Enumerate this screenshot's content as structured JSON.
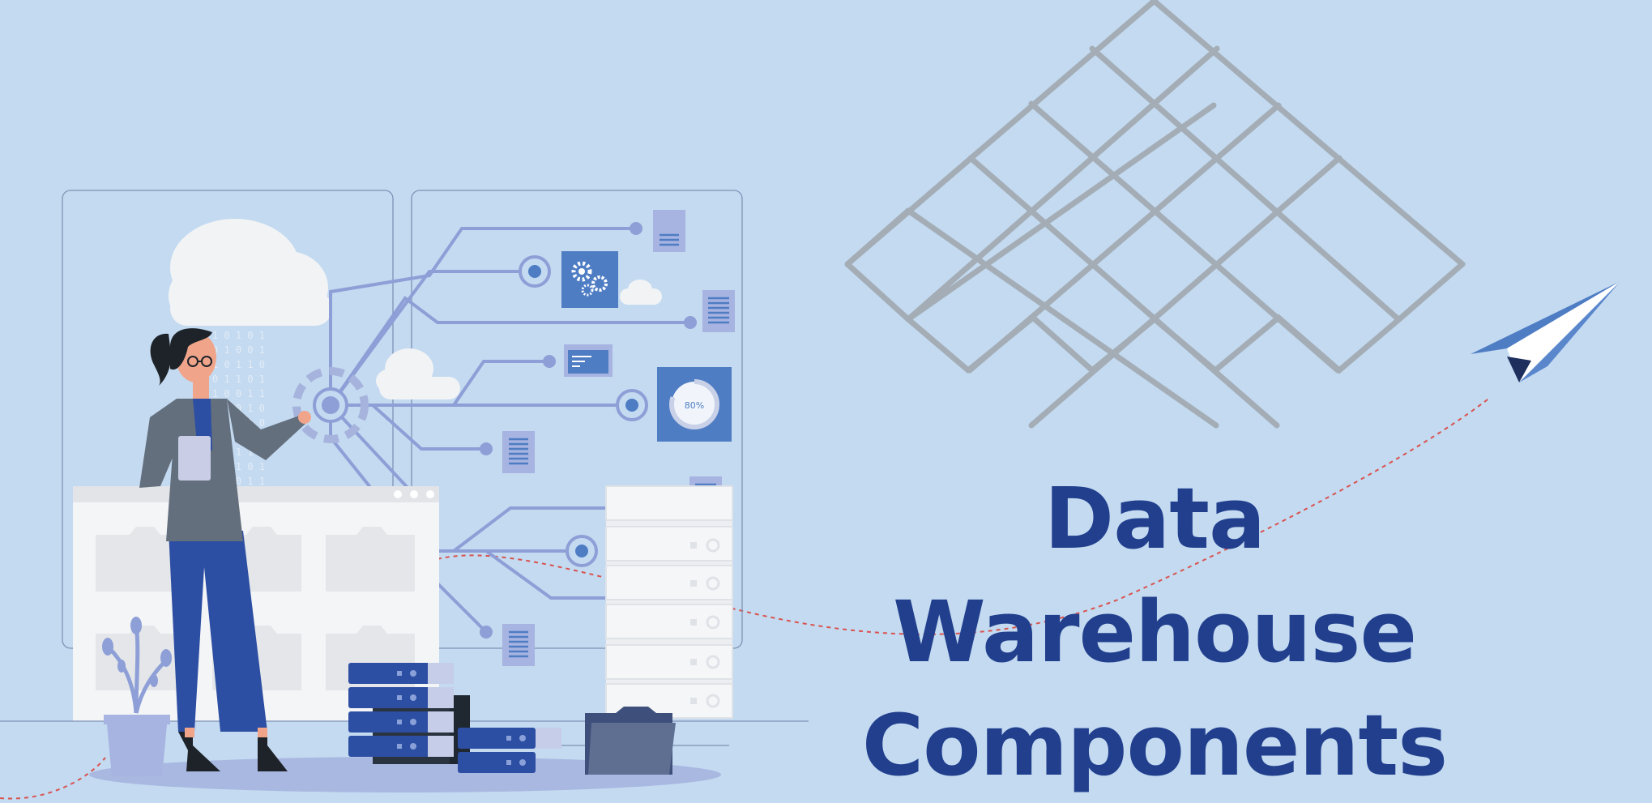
{
  "headline": {
    "line1": "Data Warehouse",
    "line2": "Components"
  },
  "donut_widget": {
    "percent_label": "80%",
    "percent_value": 80
  },
  "colors": {
    "background": "#c3daf1",
    "title": "#213f8d",
    "accent_blue": "#4f7dc4",
    "circuit": "#8d9fd6",
    "grid": "#a4adb5",
    "dashed_path": "#d9534f"
  },
  "icons": [
    "cloud-icon",
    "gear-icon",
    "document-icon",
    "bar-chart-icon",
    "donut-chart-icon",
    "folder-icon",
    "server-icon",
    "paper-plane-icon",
    "plant-icon"
  ]
}
